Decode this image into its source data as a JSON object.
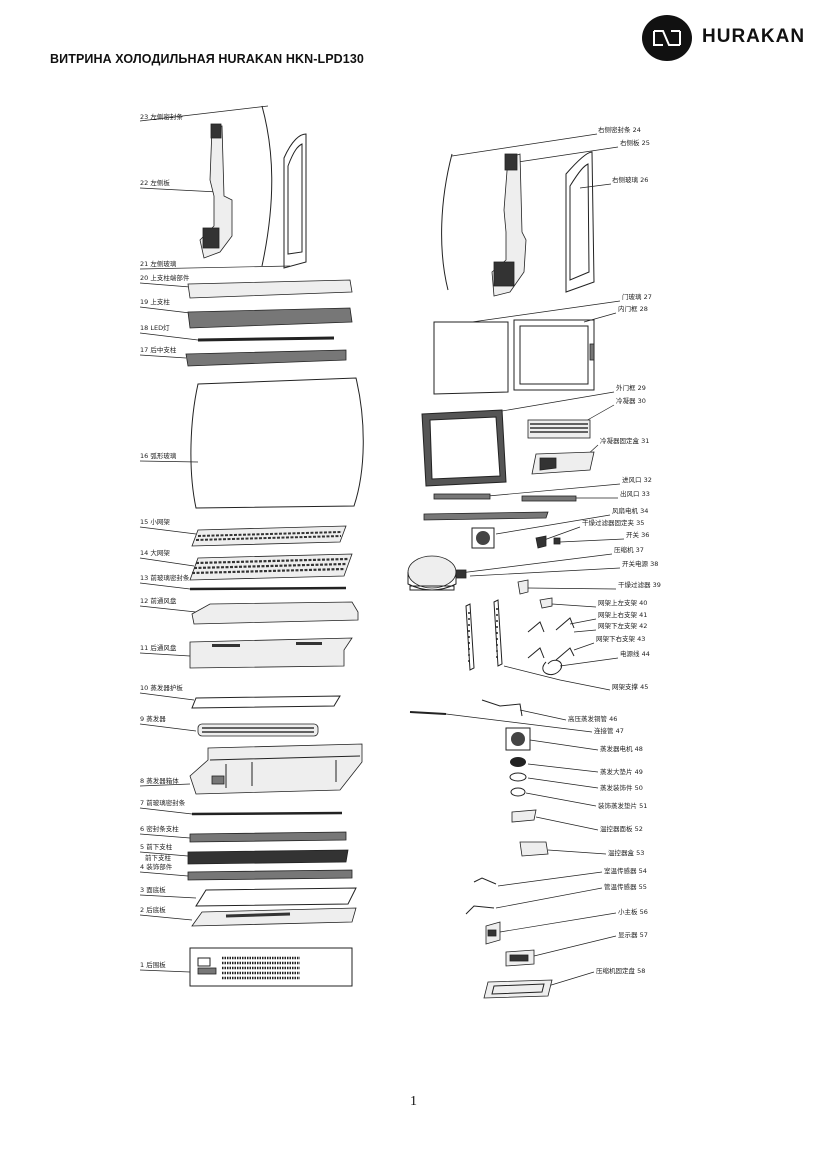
{
  "header": {
    "title": "ВИТРИНА ХОЛОДИЛЬНАЯ HURAKAN HKN-LPD130",
    "brand": "HURAKAN"
  },
  "page_number": "1",
  "labels": {
    "l23": "23 左侧密封条",
    "l22": "22 左侧板",
    "l21": "21 左侧玻璃",
    "l20": "20 上支柱端部件",
    "l19": "19 上支柱",
    "l18": "18 LED灯",
    "l17": "17 后中支柱",
    "l16": "16 弧形玻璃",
    "l15": "15 小网架",
    "l14": "14 大网架",
    "l13": "13 前玻璃密封条",
    "l12": "12 前通风盘",
    "l11": "11 后通风盘",
    "l10": "10 蒸发器护板",
    "l9": "9 蒸发器",
    "l8": "8 蒸发器箱体",
    "l7": "7 前玻璃密封条",
    "l6": "6 密封条支柱",
    "l5": "5 前下支柱",
    "l4a": "前下支柱",
    "l4b": "4 装饰部件",
    "l3": "3 面底板",
    "l2": "2 后底板",
    "l1": "1 后围板",
    "r24": "右侧密封条 24",
    "r25": "右侧板 25",
    "r26": "右侧玻璃 26",
    "r27": "门玻璃 27",
    "r28": "内门框 28",
    "r29": "外门框 29",
    "r30": "冷凝器 30",
    "r31": "冷凝器固定盒 31",
    "r32": "进风口 32",
    "r33": "出风口 33",
    "r34": "风扇电机 34",
    "r35": "干燥过滤器固定夹 35",
    "r36": "开关 36",
    "r37": "压缩机 37",
    "r38": "开关电源 38",
    "r39": "干燥过滤器 39",
    "r40": "网架上左支架 40",
    "r41": "网架上右支架 41",
    "r42": "网架下左支架 42",
    "r43": "网架下右支架 43",
    "r44": "电源线 44",
    "r45": "网架支撑 45",
    "r46": "高压蒸发铜管 46",
    "r47": "连接管 47",
    "r48": "蒸发器电机 48",
    "r49": "蒸发大垫片 49",
    "r50": "蒸发装饰件 50",
    "r51": "装饰蒸发垫片 51",
    "r52": "温控器面板 52",
    "r53": "温控器盒 53",
    "r54": "室温传感器 54",
    "r55": "管温传感器 55",
    "r56": "小主板 56",
    "r57": "显示器 57",
    "r58": "压缩机固定盘 58"
  }
}
